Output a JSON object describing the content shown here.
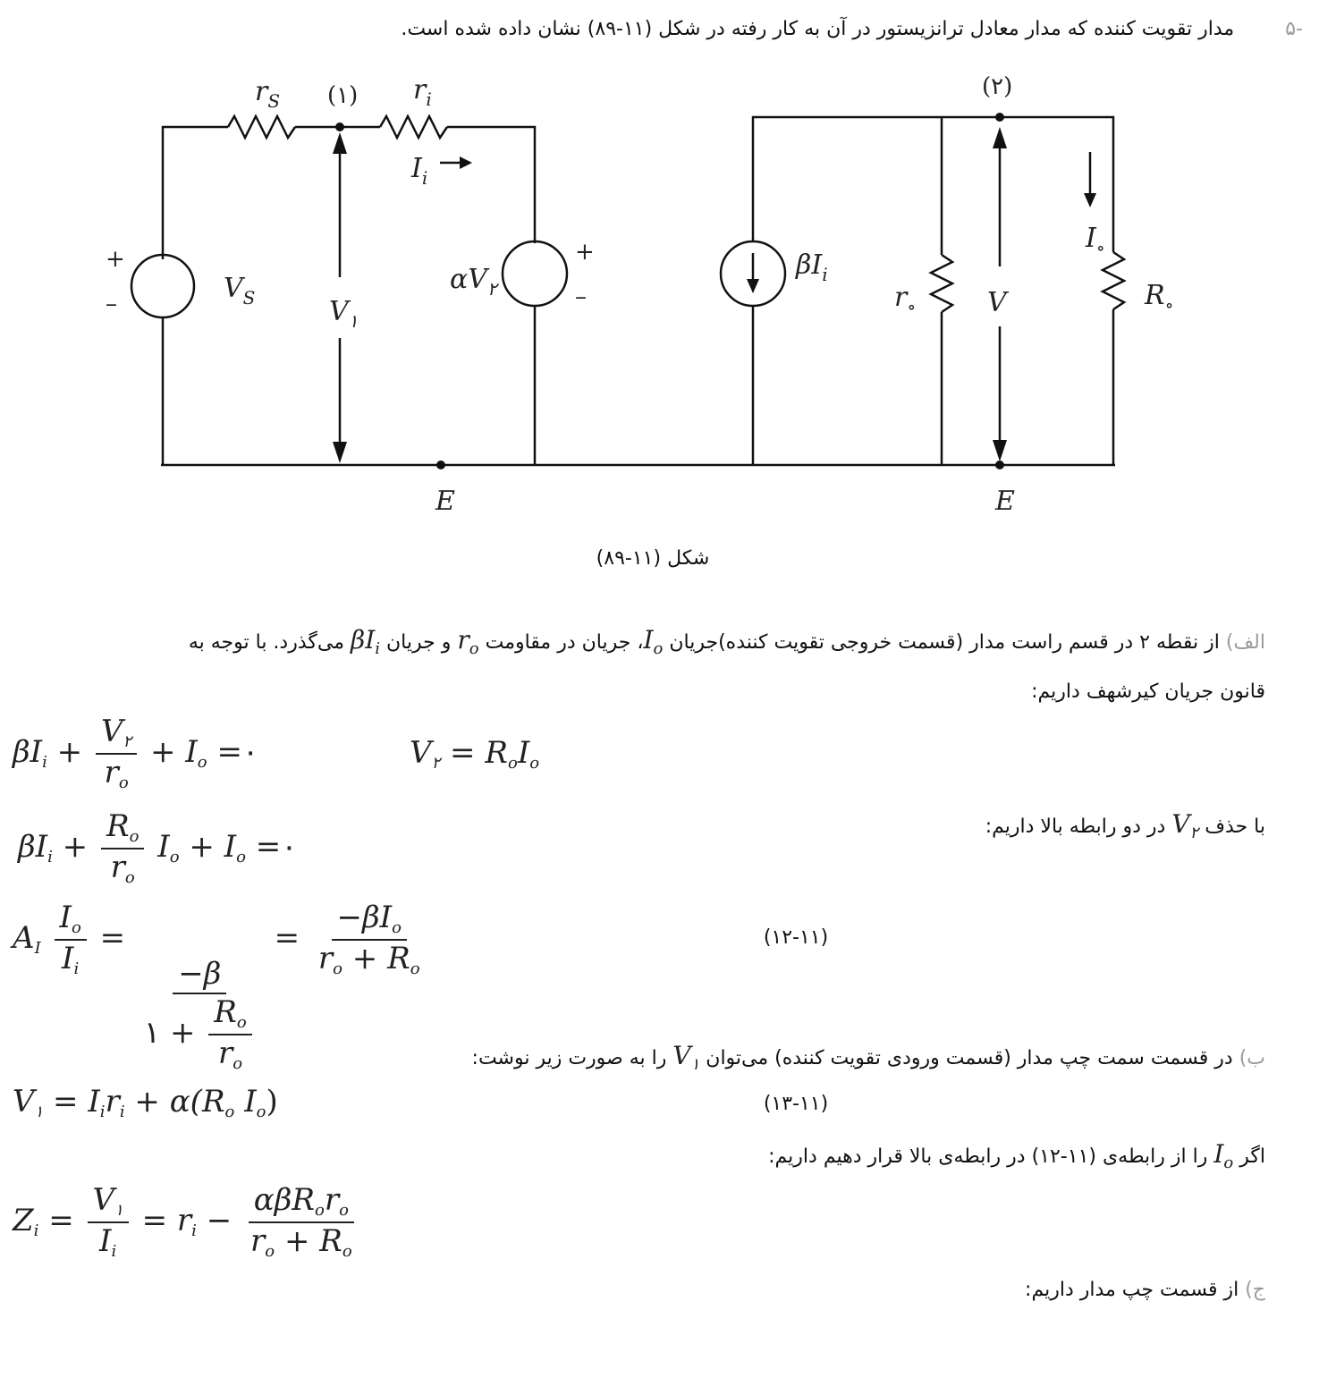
{
  "problem": {
    "number": "-۵",
    "text": "مدار تقویت کننده که مدار معادل ترانزیستور در آن به کار رفته در شکل (۱۱-۸۹) نشان داده شده است."
  },
  "circuit": {
    "labels": {
      "rs": "r",
      "rs_sub": "S",
      "node1": "(۱)",
      "ri": "r",
      "ri_sub": "i",
      "ii": "I",
      "ii_sub": "i",
      "vs": "V",
      "vs_sub": "S",
      "v1": "V",
      "v1_sub": "۱",
      "alpha": "αV",
      "alpha_sub": "۲",
      "beta": "βI",
      "beta_sub": "i",
      "node2": "(۲)",
      "ro": "r",
      "ro_sub": "∘",
      "v": "V",
      "io": "I",
      "io_sub": "∘",
      "Ro": "R",
      "Ro_sub": "∘",
      "e_left": "E",
      "e_right": "E",
      "plus": "+",
      "minus": "–"
    },
    "caption": "شکل (۱۱-۸۹)"
  },
  "part_a": {
    "marker": "الف)",
    "text1": "از نقطه ۲ در قسم راست مدار (قسمت خروجی تقویت کننده)جریان",
    "io": "I",
    "io_sub": "o",
    "text2": "، جریان در مقاومت",
    "ro": "r",
    "ro_sub": "o",
    "text3": "و جریان",
    "bi": "βI",
    "bi_sub": "i",
    "text4": "می‌گذرد. با توجه به",
    "line2": "قانون جریان کیرشهف داریم:"
  },
  "eq1": {
    "lhs_a": "βI",
    "lhs_a_sub": "i",
    "plus1": "+",
    "num": "V",
    "num_sub": "۲",
    "den": "r",
    "den_sub": "o",
    "plus2": "+",
    "io": "I",
    "io_sub": "o",
    "eq": "=",
    "zero": "۰"
  },
  "eq2": {
    "v": "V",
    "v_sub": "۲",
    "eq": "=",
    "r": "R",
    "r_sub": "o",
    "i": "I",
    "i_sub": "o"
  },
  "eliminate": {
    "text1": "با حذف",
    "v": "V",
    "v_sub": "۲",
    "text2": "در دو رابطه بالا داریم:"
  },
  "eq3": {
    "lhs": "βI",
    "lhs_sub": "i",
    "plus1": "+",
    "num": "R",
    "num_sub": "o",
    "den": "r",
    "den_sub": "o",
    "io": "I",
    "io_sub": "o",
    "plus2": "+",
    "io2": "I",
    "io2_sub": "o",
    "eq": "=",
    "zero": "۰"
  },
  "eq4": {
    "a": "A",
    "a_sub": "I",
    "num1": "I",
    "num1_sub": "o",
    "den1": "I",
    "den1_sub": "i",
    "eq1": "=",
    "num2": "−β",
    "den2_one": "۱",
    "den2_plus": "+",
    "den2_num": "R",
    "den2_num_sub": "o",
    "den2_den": "r",
    "den2_den_sub": "o",
    "eq2": "=",
    "num3": "−βI",
    "num3_sub": "o",
    "den3": "r",
    "den3_sub": "o",
    "den3_plus": "+",
    "den3_r": "R",
    "den3_r_sub": "o",
    "number": "(۱۲-۱۱)"
  },
  "part_b": {
    "marker": "ب)",
    "text1": "در قسمت سمت چپ مدار (قسمت ورودی تقویت کننده) می‌توان",
    "v": "V",
    "v_sub": "۱",
    "text2": "را به صورت زیر نوشت:"
  },
  "eq5": {
    "v": "V",
    "v_sub": "۱",
    "eq": "=",
    "i": "I",
    "i_sub": "i",
    "r": "r",
    "r_sub": "i",
    "plus": "+",
    "alpha": "α(R",
    "r2_sub": "o",
    "io": "I",
    "io_sub": "o",
    "close": ")",
    "number": "(۱۳-۱۱)"
  },
  "substitute": {
    "text1": "اگر",
    "io": "I",
    "io_sub": "o",
    "text2": "را از رابطه‌ی (۱۱-۱۲) در رابطه‌ی بالا قرار دهیم داریم:"
  },
  "eq6": {
    "z": "Z",
    "z_sub": "i",
    "eq1": "=",
    "num1": "V",
    "num1_sub": "۱",
    "den1": "I",
    "den1_sub": "i",
    "eq2": "=",
    "r": "r",
    "r_sub": "i",
    "minus": "−",
    "num2": "αβR",
    "num2_sub": "o",
    "num2_r": "r",
    "num2_r_sub": "o",
    "den2": "r",
    "den2_sub": "o",
    "den2_plus": "+",
    "den2_r": "R",
    "den2_r_sub": "o"
  },
  "part_c": {
    "marker": "ج)",
    "text": "از قسمت چپ مدار داریم:"
  }
}
